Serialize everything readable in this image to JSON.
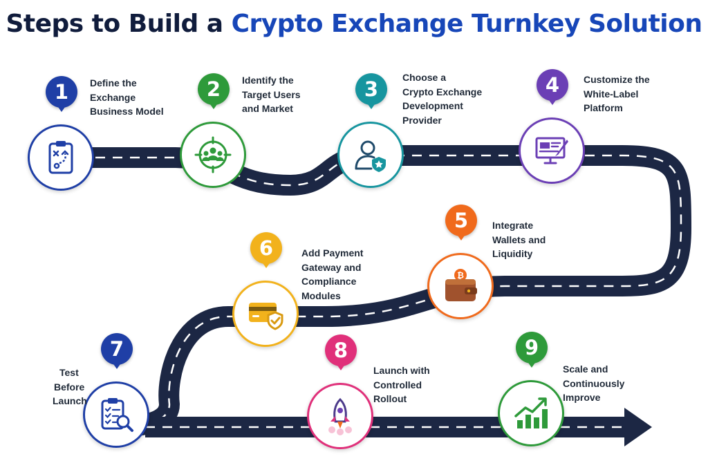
{
  "title": {
    "part1": "Steps to Build a",
    "part2": "Crypto Exchange Turnkey Solution"
  },
  "steps": [
    {
      "number": "1",
      "lines": [
        "Define the",
        "Exchange",
        "Business Model"
      ],
      "color": "#1f3fa6",
      "icon": "strategy-clipboard-icon"
    },
    {
      "number": "2",
      "lines": [
        "Identify the",
        "Target Users",
        "and Market"
      ],
      "color": "#2e9a3a",
      "icon": "target-users-icon"
    },
    {
      "number": "3",
      "lines": [
        "Choose a",
        "Crypto Exchange",
        "Development",
        "Provider"
      ],
      "color": "#17959f",
      "icon": "verified-provider-icon"
    },
    {
      "number": "4",
      "lines": [
        "Customize the",
        "White-Label",
        "Platform"
      ],
      "color": "#6b3fb5",
      "icon": "monitor-edit-icon"
    },
    {
      "number": "5",
      "lines": [
        "Integrate",
        "Wallets and",
        "Liquidity"
      ],
      "color": "#f06a1c",
      "icon": "bitcoin-wallet-icon"
    },
    {
      "number": "6",
      "lines": [
        "Add Payment",
        "Gateway and",
        "Compliance",
        "Modules"
      ],
      "color": "#f2b21c",
      "icon": "card-shield-icon"
    },
    {
      "number": "7",
      "lines": [
        "Test",
        "Before",
        "Launch"
      ],
      "color": "#1f3fa6",
      "icon": "checklist-search-icon"
    },
    {
      "number": "8",
      "lines": [
        "Launch with",
        "Controlled",
        "Rollout"
      ],
      "color": "#e0307a",
      "icon": "rocket-icon"
    },
    {
      "number": "9",
      "lines": [
        "Scale and",
        "Continuously",
        "Improve"
      ],
      "color": "#2e9a3a",
      "icon": "growth-chart-icon"
    }
  ],
  "colors": {
    "title_dark": "#101c3c",
    "title_accent": "#1746b8",
    "road": "#1c2744",
    "road_dash": "#ffffff"
  }
}
